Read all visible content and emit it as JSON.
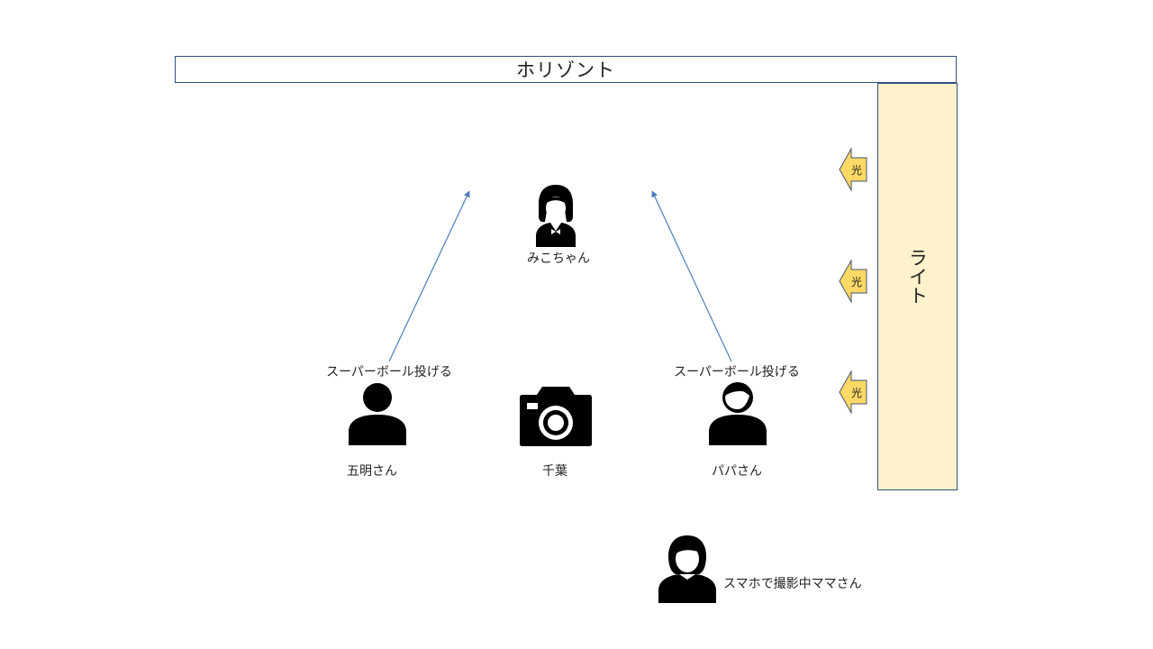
{
  "horizont": {
    "label": "ホリゾント"
  },
  "light": {
    "label": "ライト",
    "rays": [
      {
        "label": "光"
      },
      {
        "label": "光"
      },
      {
        "label": "光"
      }
    ]
  },
  "people": {
    "center": {
      "name": "みこちゃん",
      "icon": "girl-icon"
    },
    "left": {
      "name": "五明さん",
      "action": "スーパーボール投げる",
      "icon": "person-icon"
    },
    "right": {
      "name": "パパさん",
      "action": "スーパーボール投げる",
      "icon": "man-icon"
    },
    "camera": {
      "name": "千葉",
      "icon": "camera-icon"
    },
    "mama": {
      "name": "スマホで撮影中ママさん",
      "icon": "woman-icon"
    }
  },
  "colors": {
    "horizont_border": "#2F4F7F",
    "light_fill": "#FFF2CC",
    "ray_fill": "#FFD966",
    "arrow": "#4A7EBB",
    "icon": "#000000"
  }
}
